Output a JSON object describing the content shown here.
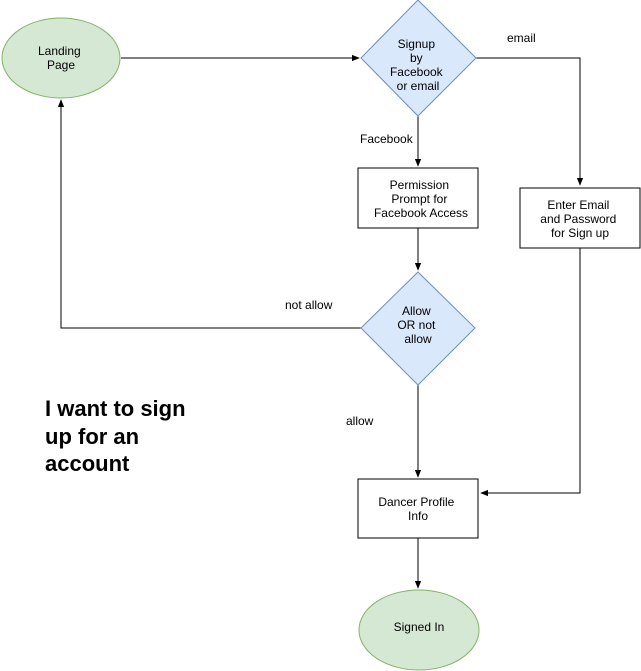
{
  "title": {
    "lines": [
      "I want to sign",
      "up for an",
      "account"
    ]
  },
  "nodes": {
    "landing": {
      "lines": [
        "Landing",
        "Page"
      ],
      "shape": "ellipse",
      "fill": "#d5e8d4",
      "stroke": "#82b366"
    },
    "signup": {
      "lines": [
        "Signup",
        "by",
        "Facebook",
        "or email"
      ],
      "shape": "diamond",
      "fill": "#dae8fc",
      "stroke": "#6c8ebf"
    },
    "permission": {
      "lines": [
        "Permission",
        "Prompt for",
        "Facebook Access"
      ],
      "shape": "rect",
      "fill": "#ffffff",
      "stroke": "#000000"
    },
    "email_entry": {
      "lines": [
        "Enter Email",
        "and Password",
        "for Sign up"
      ],
      "shape": "rect",
      "fill": "#ffffff",
      "stroke": "#000000"
    },
    "allow_decision": {
      "lines": [
        "Allow",
        "OR not",
        "allow"
      ],
      "shape": "diamond",
      "fill": "#dae8fc",
      "stroke": "#6c8ebf"
    },
    "profile": {
      "lines": [
        "Dancer Profile",
        "Info"
      ],
      "shape": "rect",
      "fill": "#ffffff",
      "stroke": "#000000"
    },
    "signed_in": {
      "lines": [
        "Signed In"
      ],
      "shape": "ellipse",
      "fill": "#d5e8d4",
      "stroke": "#82b366"
    }
  },
  "edges": {
    "landing_to_signup": {
      "label": ""
    },
    "signup_to_email": {
      "label": "email"
    },
    "signup_to_permission": {
      "label": "Facebook"
    },
    "permission_to_allow": {
      "label": ""
    },
    "allow_to_landing": {
      "label": "not allow"
    },
    "allow_to_profile": {
      "label": "allow"
    },
    "email_to_profile": {
      "label": ""
    },
    "profile_to_signed_in": {
      "label": ""
    }
  }
}
